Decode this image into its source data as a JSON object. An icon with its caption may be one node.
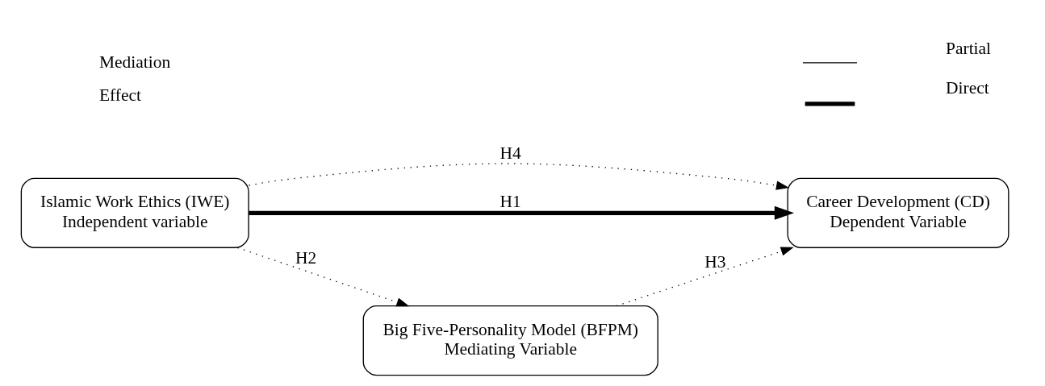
{
  "diagram": {
    "nodes": [
      {
        "text": [
          "Islamic Work Ethics (IWE)",
          "Independent variable"
        ]
      },
      {
        "text": [
          "Career Development (CD)",
          "Dependent Variable"
        ]
      },
      {
        "text": [
          "Big Five-Personality Model (BFPM)",
          "Mediating Variable"
        ]
      }
    ],
    "edges": [
      {
        "from": 0,
        "to": 1,
        "arrow": "to",
        "label": "H4",
        "style": "dashed"
      },
      {
        "from": 0,
        "to": 1,
        "arrow": "to",
        "label": "H1",
        "style": "thick"
      },
      {
        "from": 0,
        "to": 2,
        "arrow": "to",
        "label": "H2",
        "style": "dashed"
      },
      {
        "from": 2,
        "to": 1,
        "arrow": "to",
        "label": "H3",
        "style": "dashed"
      }
    ],
    "labels": [
      "Mediation",
      "Effect"
    ],
    "legend": [
      {
        "text": "Partial"
      },
      {
        "text": "Direct"
      }
    ]
  }
}
